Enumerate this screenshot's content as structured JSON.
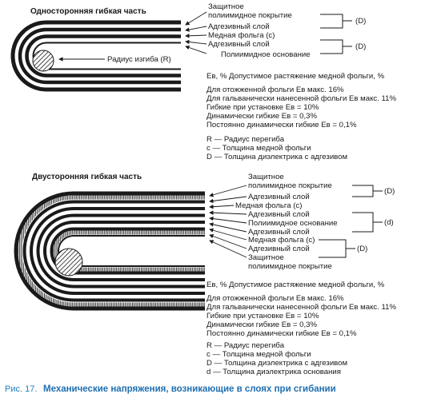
{
  "top": {
    "title": "Односторонняя гибкая часть",
    "layers": [
      {
        "label": "Защитное",
        "sub": "полиимидное покрытие"
      },
      {
        "label": "Адгезивный слой"
      },
      {
        "label": "Медная фольга (с)"
      },
      {
        "label": "Адгезивный слой"
      },
      {
        "label": "Полиимидное основание"
      }
    ],
    "bracket_d": "(D)",
    "radius_label": "Радиус изгиба (R)",
    "strain_header": "Eв, % Допустимое растяжение медной фольги, %",
    "strain_lines": [
      "Для отожженной фольги Eв макс. 16%",
      "Для гальванически нанесенной фольги Eв макс. 11%",
      "Гибкие  при установке Eв = 10%",
      "Динамически гибкие Eв = 0,3%",
      "Постоянно динамически гибкие Eв = 0,1%"
    ],
    "legend": [
      "R — Радиус перегиба",
      "с — Толщина медной фольги",
      "D — Толщина диэлектрика с адгезивом"
    ]
  },
  "bottom": {
    "title": "Двусторонняя гибкая часть",
    "layers": [
      "Защитное",
      "полиимидное покрытие",
      "Адгезивный слой",
      "Медная фольга (с)",
      "Адгезивный слой",
      "Полиимидное основание",
      "Адгезивный слой",
      "Медная фольга (с)",
      "Адгезивный слой",
      "Защитное",
      "полиимидное покрытие"
    ],
    "bracket_D": "(D)",
    "bracket_d": "(d)",
    "strain_header": "Eв, % Допустимое растяжение медной фольги, %",
    "strain_lines": [
      "Для отожженной фольги Eв макс. 16%",
      "Для гальванически нанесенной фольги Eв макс. 11%",
      "Гибкие  при установке Eв = 10%",
      "Динамически гибкие Eв = 0,3%",
      "Постоянно динамически гибкие Eв = 0,1%"
    ],
    "legend": [
      "R — Радиус перегиба",
      "с — Толщина медной фольги",
      "D — Толщина диэлектрика с адгезивом",
      "d — Толщина диэлектрика основания"
    ]
  },
  "caption": {
    "label": "Рис. 17.",
    "text": "Механические напряжения, возникающие в слоях при сгибании"
  }
}
